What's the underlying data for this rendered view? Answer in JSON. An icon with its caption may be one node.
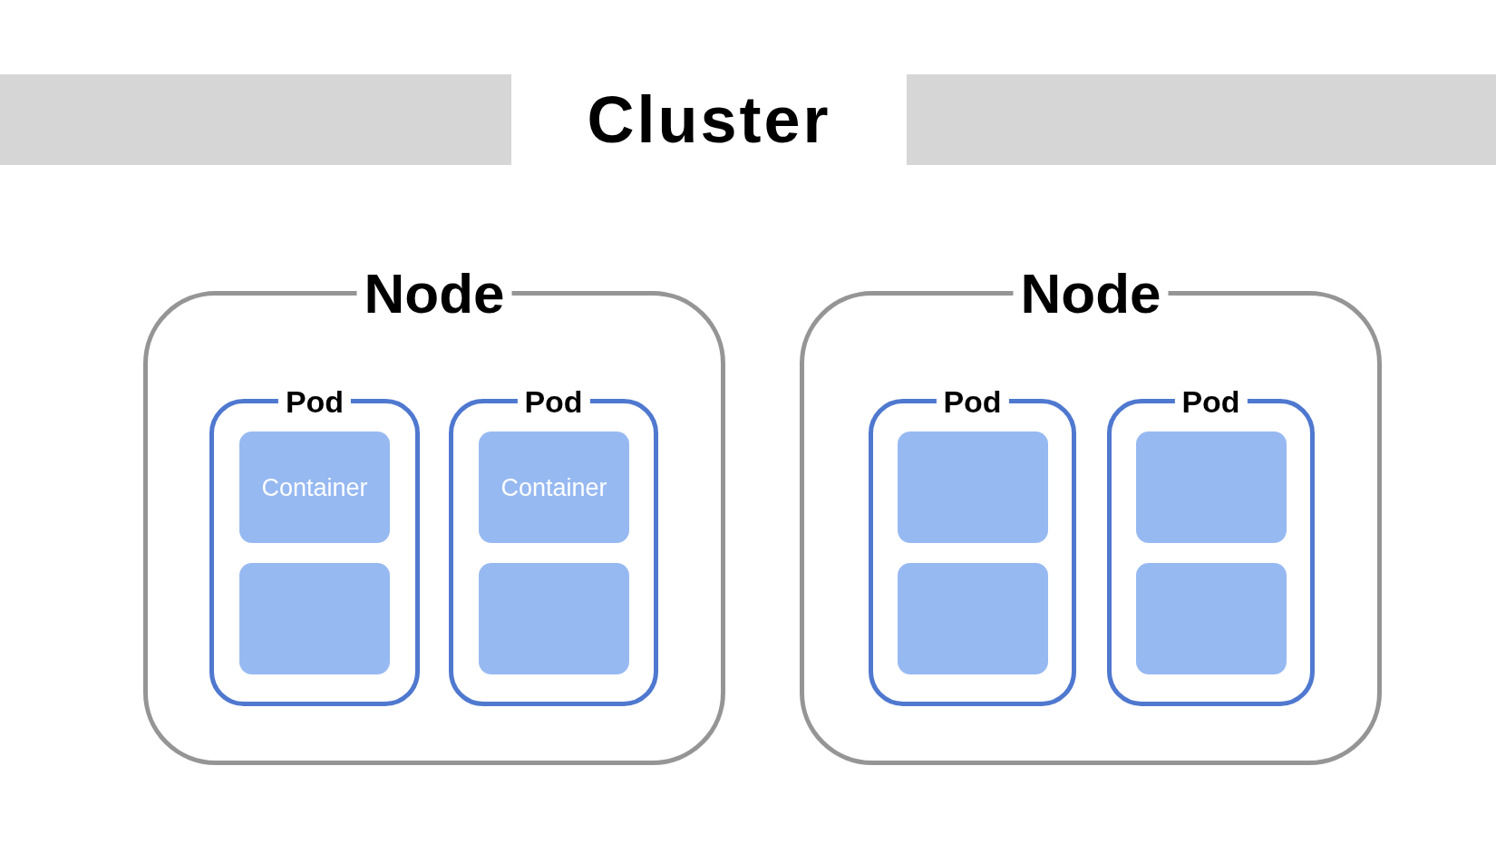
{
  "diagram": {
    "title": "Cluster",
    "nodes": [
      {
        "text": [
          "Node"
        ]
      },
      {
        "text": [
          "Pod"
        ],
        "in": 0
      },
      {
        "text": [
          "Container"
        ],
        "in": 1
      },
      {
        "text": [],
        "shape": "box",
        "in": 1
      },
      {
        "text": [
          "Pod"
        ],
        "in": 0
      },
      {
        "text": [
          "Container"
        ],
        "in": 4
      },
      {
        "text": [],
        "shape": "box",
        "in": 4
      },
      {
        "text": [
          "Node"
        ]
      },
      {
        "text": [
          "Pod"
        ],
        "in": 7
      },
      {
        "text": [],
        "shape": "box",
        "in": 8
      },
      {
        "text": [],
        "shape": "box",
        "in": 8
      },
      {
        "text": [
          "Pod"
        ],
        "in": 7
      },
      {
        "text": [],
        "shape": "box",
        "in": 11
      },
      {
        "text": [],
        "shape": "box",
        "in": 11
      }
    ]
  }
}
